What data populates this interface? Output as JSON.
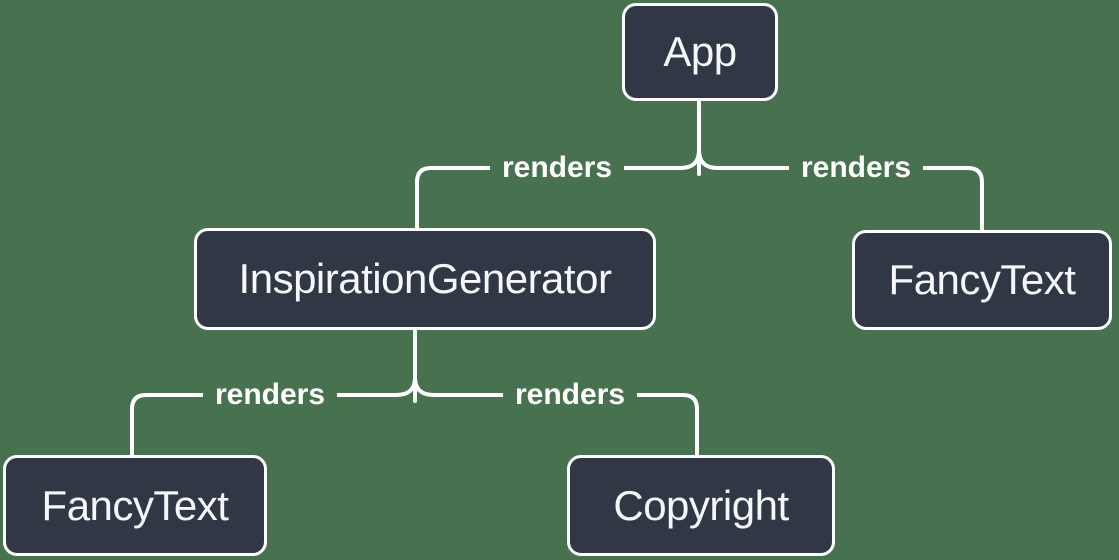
{
  "colors": {
    "background": "#48724F",
    "node_fill": "#303845",
    "stroke": "#FFFFFF",
    "text": "#F6F7F9"
  },
  "diagram": {
    "type": "tree",
    "nodes": [
      {
        "id": "app",
        "label": "App"
      },
      {
        "id": "inspiration-generator",
        "label": "InspirationGenerator"
      },
      {
        "id": "fancy-text-top",
        "label": "FancyText"
      },
      {
        "id": "fancy-text-bottom",
        "label": "FancyText"
      },
      {
        "id": "copyright",
        "label": "Copyright"
      }
    ],
    "edges": [
      {
        "from": "app",
        "to": "inspiration-generator",
        "label": "renders"
      },
      {
        "from": "app",
        "to": "fancy-text-top",
        "label": "renders"
      },
      {
        "from": "inspiration-generator",
        "to": "fancy-text-bottom",
        "label": "renders"
      },
      {
        "from": "inspiration-generator",
        "to": "copyright",
        "label": "renders"
      }
    ]
  }
}
